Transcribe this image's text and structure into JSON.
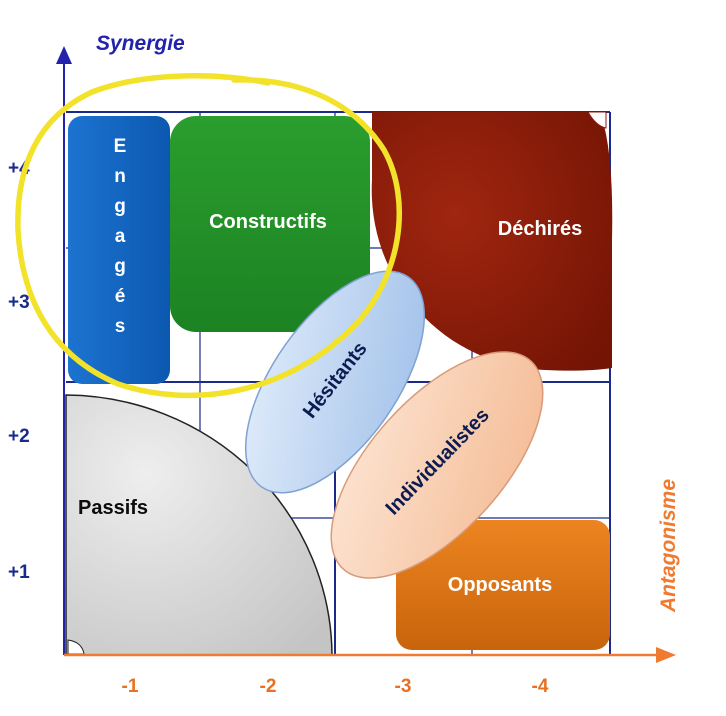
{
  "axes": {
    "y_title": "Synergie",
    "x_title": "Antagonisme",
    "y_ticks": [
      "+4",
      "+3",
      "+2",
      "+1"
    ],
    "x_ticks": [
      "-1",
      "-2",
      "-3",
      "-4"
    ]
  },
  "groups": {
    "engages": "Engagés",
    "constructifs": "Constructifs",
    "dechires": "Déchirés",
    "hesitants": "Hésitants",
    "individualistes": "Individualistes",
    "passifs": "Passifs",
    "opposants": "Opposants"
  },
  "colors": {
    "axis_y": "#2222aa",
    "axis_x": "#f07a30",
    "grid": "#1a2a8a",
    "engages": "#1466c0",
    "constructifs": "#22922a",
    "dechires": "#8a1a08",
    "hesitants": "#b8d4f4",
    "individualistes": "#f8c8a8",
    "passifs": "#d8d8d8",
    "opposants": "#e07818",
    "highlight": "#f2e22a"
  }
}
